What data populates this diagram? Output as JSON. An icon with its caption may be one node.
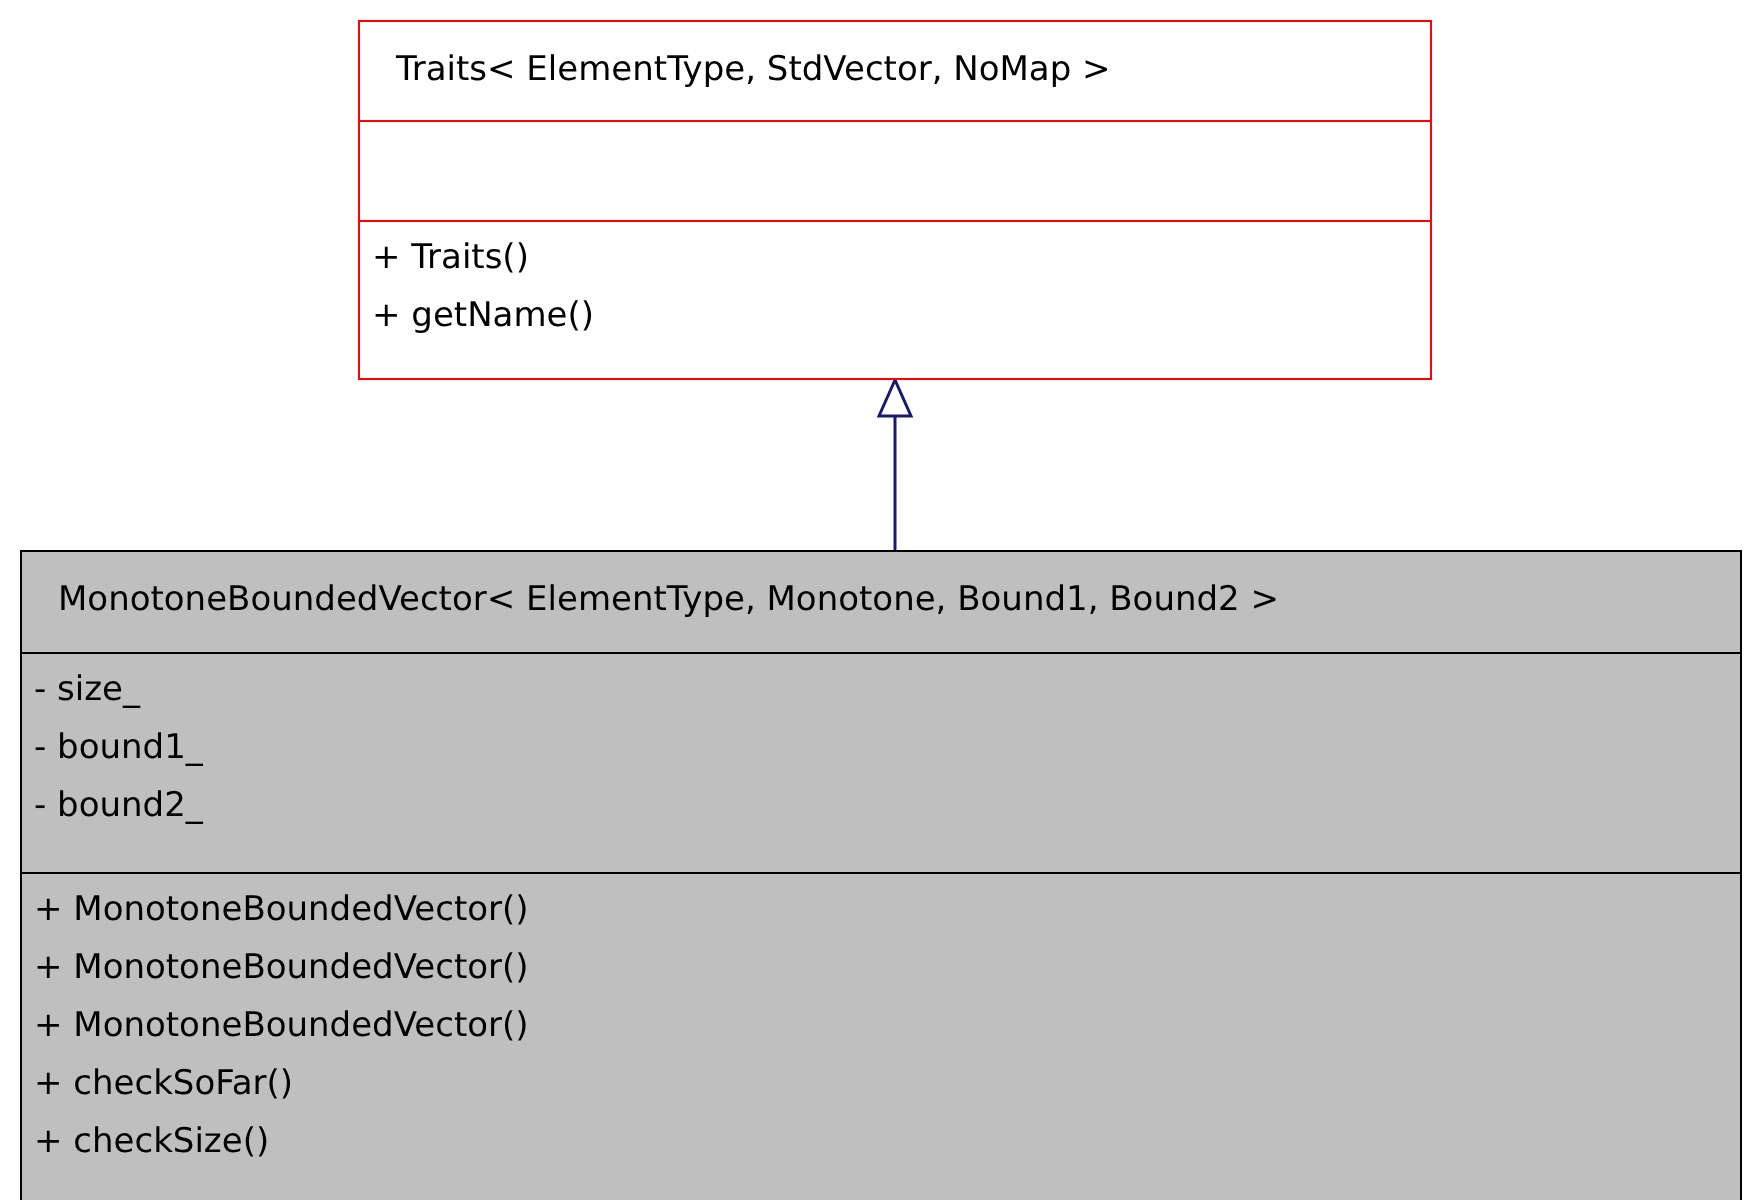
{
  "diagram": {
    "nodes": [
      {
        "text": [
          "Traits< ElementType, StdVector, NoMap >",
          "+ Traits()",
          "+ getName()"
        ]
      },
      {
        "text": [
          "MonotoneBoundedVector< ElementType, Monotone, Bound1, Bound2 >",
          "- size_",
          "- bound1_",
          "- bound2_",
          "+ MonotoneBoundedVector()",
          "+ MonotoneBoundedVector()",
          "+ MonotoneBoundedVector()",
          "+ checkSoFar()",
          "+ checkSize()"
        ]
      }
    ],
    "edges": [
      {
        "from": 1,
        "to": 0,
        "arrow": "to"
      }
    ]
  }
}
